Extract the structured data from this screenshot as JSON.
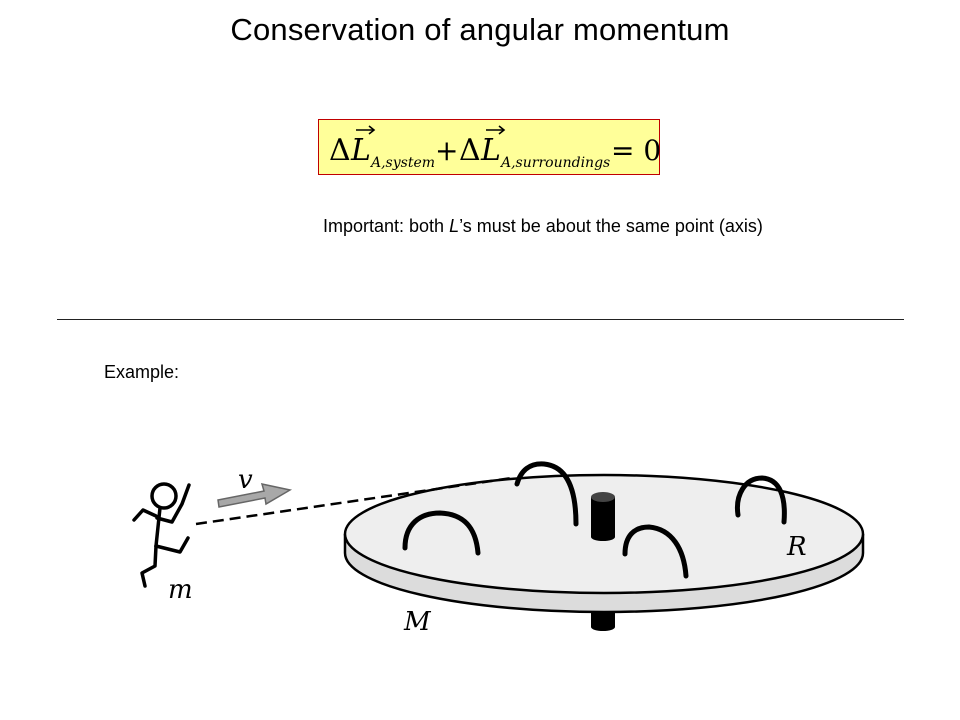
{
  "title": "Conservation of angular momentum",
  "equation": {
    "delta": "Δ",
    "L": "L",
    "sub_system": "A,system",
    "plus": "+",
    "sub_surroundings": "A,surroundings",
    "equals": "= 0"
  },
  "note": {
    "prefix": "Important: both ",
    "L": "L",
    "suffix": "’s must be about the same point (axis)"
  },
  "example_label": "Example:",
  "diagram": {
    "label_v": "v",
    "label_m": "m",
    "label_M": "M",
    "label_R": "R"
  },
  "colors": {
    "equation_fill": "#ffff99",
    "equation_border": "#c00000"
  }
}
